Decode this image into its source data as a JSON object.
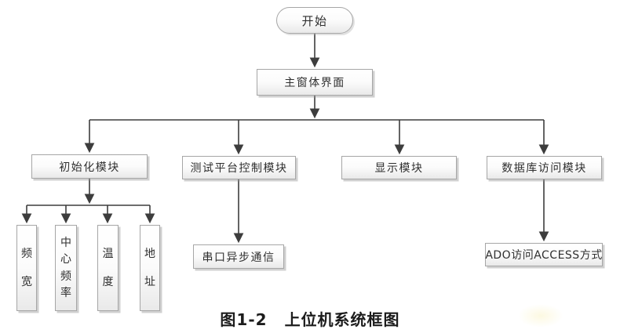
{
  "diagram": {
    "nodes": {
      "start": "开始",
      "main_window": "主窗体界面",
      "init_module": "初始化模块",
      "test_platform_module": "测试平台控制模块",
      "display_module": "显示模块",
      "database_module": "数据库访问模块",
      "bandwidth": "频宽",
      "center_frequency": "中心频率",
      "temperature": "温度",
      "address": "地址",
      "serial_comm": "串口异步通信",
      "ado_access": "ADO访问ACCESS方式"
    },
    "caption": {
      "figure_number": "图1-2",
      "figure_title": "上位机系统框图"
    },
    "colors": {
      "connector_line": "#3d3d3d",
      "box_border": "#a6a6a6",
      "box_fill_top": "#ffffff",
      "box_fill_bottom": "#e9e9e9",
      "text": "#2f2f2f",
      "background": "#ffffff"
    }
  }
}
